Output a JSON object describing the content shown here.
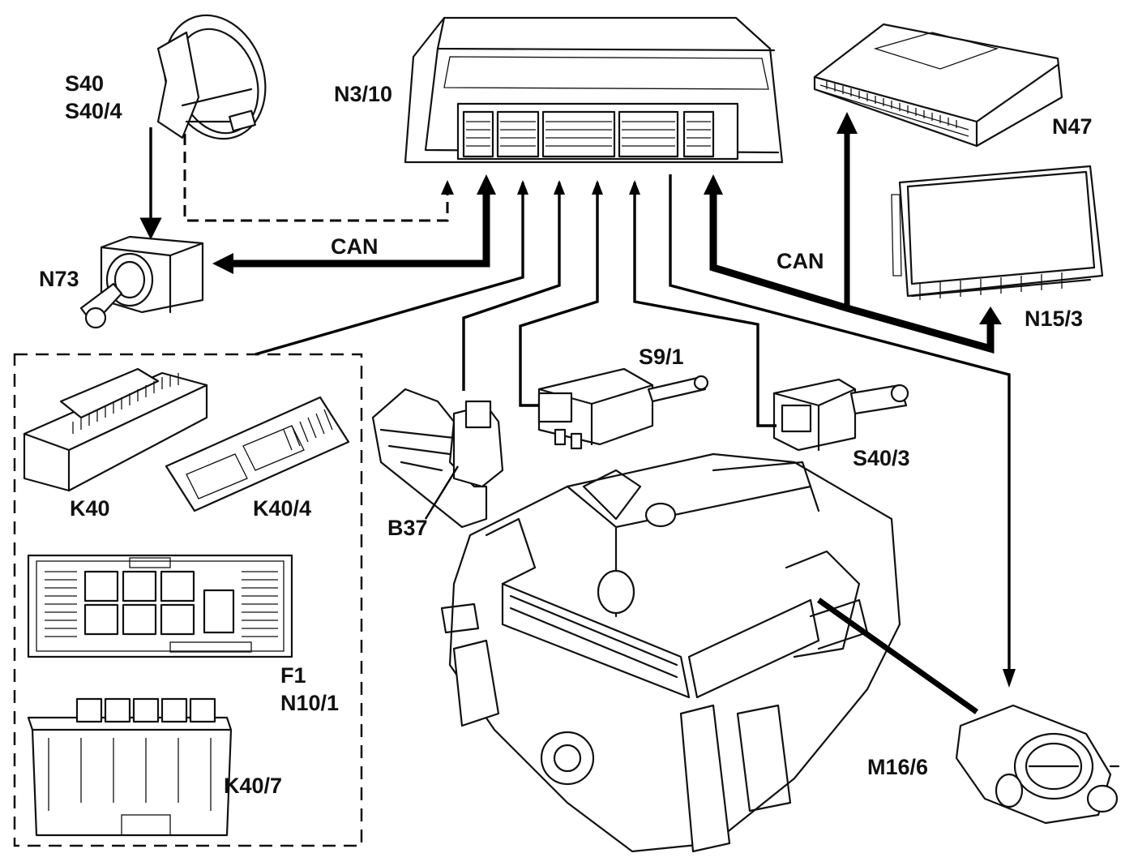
{
  "labels": {
    "s40": "S40",
    "s40_4": "S40/4",
    "n3_10": "N3/10",
    "n47": "N47",
    "n73": "N73",
    "can_left": "CAN",
    "can_right": "CAN",
    "n15_3": "N15/3",
    "s9_1": "S9/1",
    "s40_3": "S40/3",
    "k40": "K40",
    "k40_4": "K40/4",
    "b37": "B37",
    "f1": "F1",
    "n10_1": "N10/1",
    "k40_7": "K40/7",
    "m16_6": "M16/6"
  },
  "colors": {
    "line": "#000000",
    "background": "#ffffff"
  }
}
